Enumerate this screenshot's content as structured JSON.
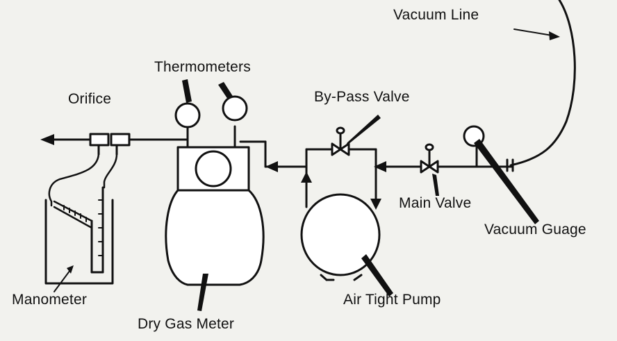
{
  "labels": {
    "vacuum_line": "Vacuum Line",
    "thermometers": "Thermometers",
    "orifice": "Orifice",
    "bypass_valve": "By-Pass Valve",
    "main_valve": "Main Valve",
    "vacuum_gauge": "Vacuum Guage",
    "manometer": "Manometer",
    "air_tight_pump": "Air Tight Pump",
    "dry_gas_meter": "Dry Gas Meter"
  },
  "colors": {
    "background": "#f2f2ee",
    "ink": "#111111"
  }
}
